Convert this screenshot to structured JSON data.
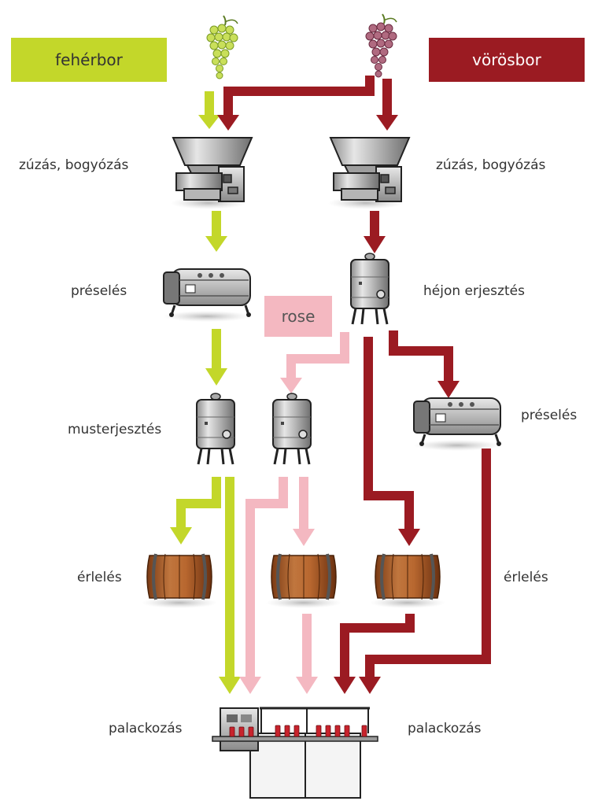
{
  "header": {
    "white_label": "fehérbor",
    "red_label": "vörösbor",
    "rose_label": "rose"
  },
  "steps": {
    "white_crush": "zúzás, bogyózás",
    "red_crush": "zúzás, bogyózás",
    "white_press": "préselés",
    "red_skin_ferment": "héjon erjesztés",
    "white_must_ferment": "musterjesztés",
    "red_press": "préselés",
    "white_aging": "érlelés",
    "red_aging": "érlelés",
    "white_bottling": "palackozás",
    "red_bottling": "palackozás"
  },
  "colors": {
    "white_wine": "#c3d72a",
    "red_wine": "#9b1b22",
    "rose": "#f4b8c1",
    "text": "#333333"
  },
  "icons": {
    "grapes_white": "white-grapes-icon",
    "grapes_red": "red-grapes-icon",
    "crusher": "crusher-destemmer-icon",
    "press": "wine-press-icon",
    "tank": "fermentation-tank-icon",
    "barrel": "oak-barrel-icon",
    "bottling": "bottling-line-icon"
  }
}
